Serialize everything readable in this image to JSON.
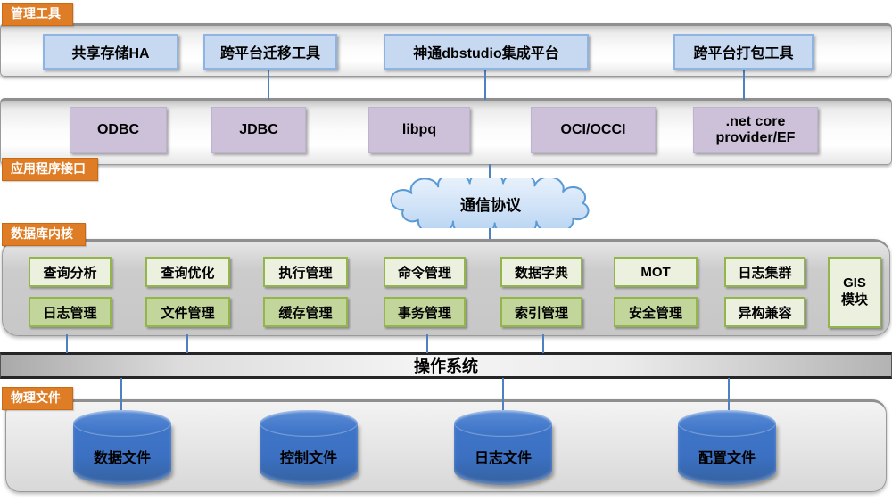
{
  "sections": {
    "management_tools": {
      "label": "管理工具"
    },
    "app_interface": {
      "label": "应用程序接口"
    },
    "db_kernel": {
      "label": "数据库内核"
    },
    "physical_files": {
      "label": "物理文件"
    }
  },
  "tools": {
    "items": [
      "共享存储HA",
      "跨平台迁移工具",
      "神通dbstudio集成平台",
      "跨平台打包工具"
    ]
  },
  "apis": {
    "items": [
      "ODBC",
      "JDBC",
      "libpq",
      "OCI/OCCI",
      ".net core provider/EF"
    ]
  },
  "cloud": {
    "label": "通信协议"
  },
  "kernel": {
    "row1": [
      "查询分析",
      "查询优化",
      "执行管理",
      "命令管理",
      "数据字典",
      "MOT",
      "日志集群"
    ],
    "row2": [
      "日志管理",
      "文件管理",
      "缓存管理",
      "事务管理",
      "索引管理",
      "安全管理",
      "异构兼容"
    ],
    "gis": {
      "line1": "GIS",
      "line2": "模块"
    }
  },
  "os": {
    "label": "操作系统"
  },
  "files": {
    "items": [
      "数据文件",
      "控制文件",
      "日志文件",
      "配置文件"
    ]
  },
  "colors": {
    "tab_orange": "#DE7D26",
    "box_blue": "#C6D9F1",
    "box_blue_border": "#8DB4E2",
    "box_purple": "#CCC1D9",
    "green_light": "#ECF1DF",
    "green_dark": "#C2D69B",
    "green_border": "#94B54C",
    "connector_blue": "#4E81BD",
    "cylinder_blue": "#3B70C2",
    "cloud_fill_top": "#E9F2FC",
    "cloud_fill_bottom": "#B9D5F1",
    "cloud_border": "#5B9BD5"
  }
}
